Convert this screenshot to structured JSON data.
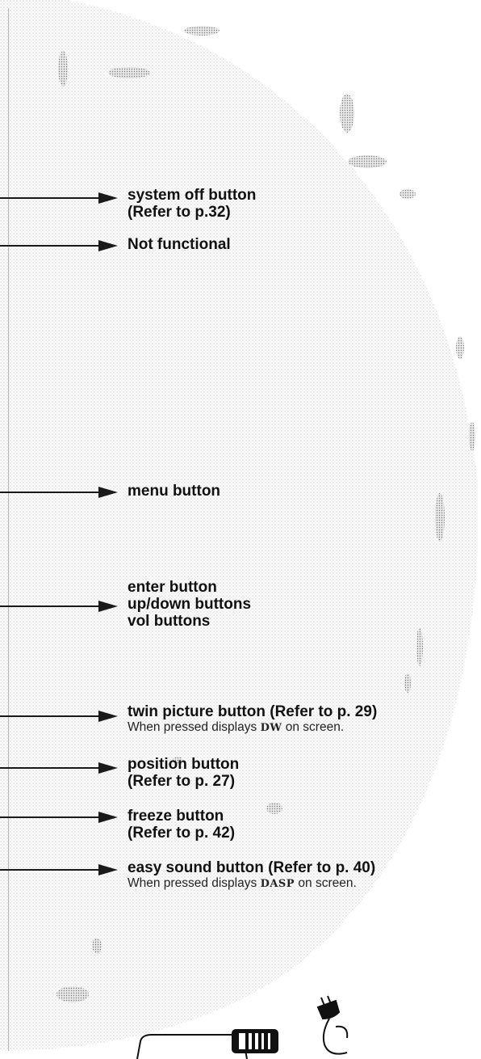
{
  "callouts": {
    "system_off": {
      "line1": "system off button",
      "line2": "(Refer to p.32)"
    },
    "not_functional": {
      "line1": "Not functional"
    },
    "menu": {
      "line1": "menu button"
    },
    "enter": {
      "line1": "enter button",
      "line2": "up/down buttons",
      "line3": "vol buttons"
    },
    "twin_picture": {
      "line1": "twin picture button (Refer to p. 29)",
      "note_pre": "When pressed displays ",
      "note_code": "DW",
      "note_post": " on screen."
    },
    "position": {
      "line1": "position button",
      "line2": "(Refer to p. 27)"
    },
    "freeze": {
      "line1": "freeze button",
      "line2": "(Refer to p. 42)"
    },
    "easy_sound": {
      "line1": "easy sound button (Refer to p. 40)",
      "note_pre": "When pressed displays ",
      "note_code": "DASP",
      "note_post": " on screen."
    }
  },
  "icons": {
    "remote_bottom": "remote-control-icon",
    "power_plug": "power-plug-icon"
  }
}
